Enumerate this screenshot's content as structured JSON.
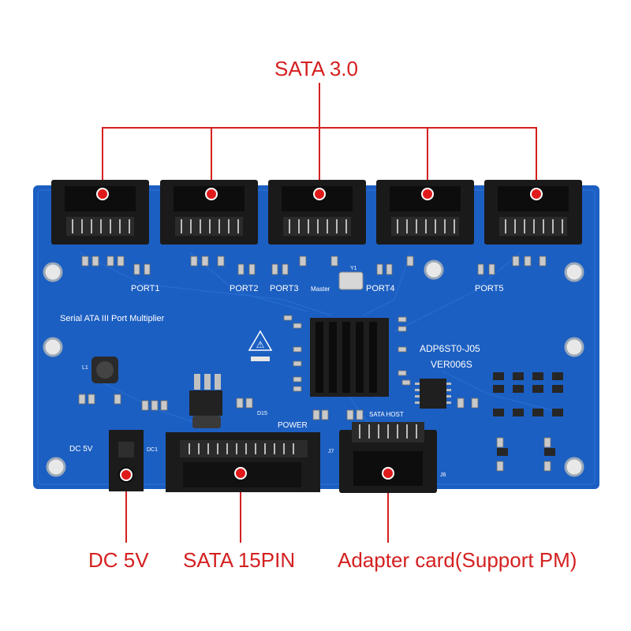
{
  "callouts": {
    "top": "SATA 3.0",
    "dc": "DC 5V",
    "sata15": "SATA 15PIN",
    "adapter": "Adapter card(Support PM)"
  },
  "board": {
    "title": "Serial ATA III Port Multiplier",
    "ports": [
      "PORT1",
      "PORT2",
      "PORT3",
      "PORT4",
      "PORT5"
    ],
    "model": "ADP6ST0-J05",
    "version": "VER006S",
    "master": "Master",
    "power": "POWER",
    "sata_host": "SATA HOST",
    "dc_label": "DC 5V",
    "y1": "Y1",
    "j6": "J6",
    "j7": "J7",
    "dc1": "DC1",
    "l1": "L1",
    "d15": "D15"
  },
  "colors": {
    "pcb": "#1c5fc2",
    "accent": "#d42020",
    "connector": "#1a1a1a"
  },
  "icons": [
    "warning-hot-surface-icon"
  ]
}
